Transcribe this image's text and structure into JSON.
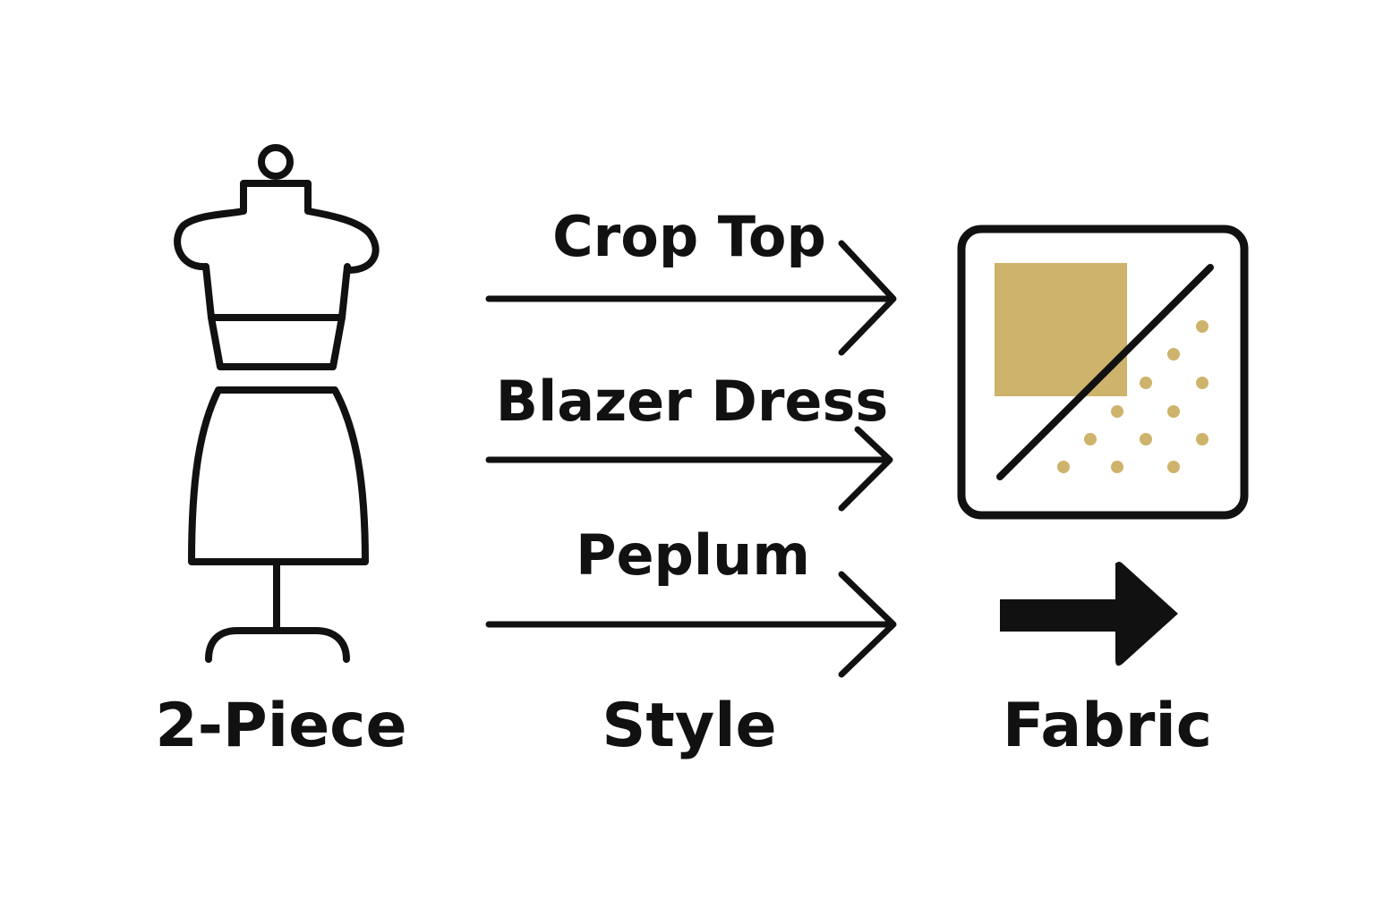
{
  "colors": {
    "ink": "#111111",
    "accent_gold": "#CDB36B",
    "background": "#ffffff"
  },
  "style_options": [
    {
      "label": "Crop Top"
    },
    {
      "label": "Blazer Dress"
    },
    {
      "label": "Peplum"
    }
  ],
  "captions": {
    "left": "2-Piece",
    "middle": "Style",
    "right": "Fabric"
  },
  "icons": {
    "left": "dress-form-icon",
    "right": "fabric-swatch-icon",
    "arrow": "bold-arrow-icon"
  }
}
